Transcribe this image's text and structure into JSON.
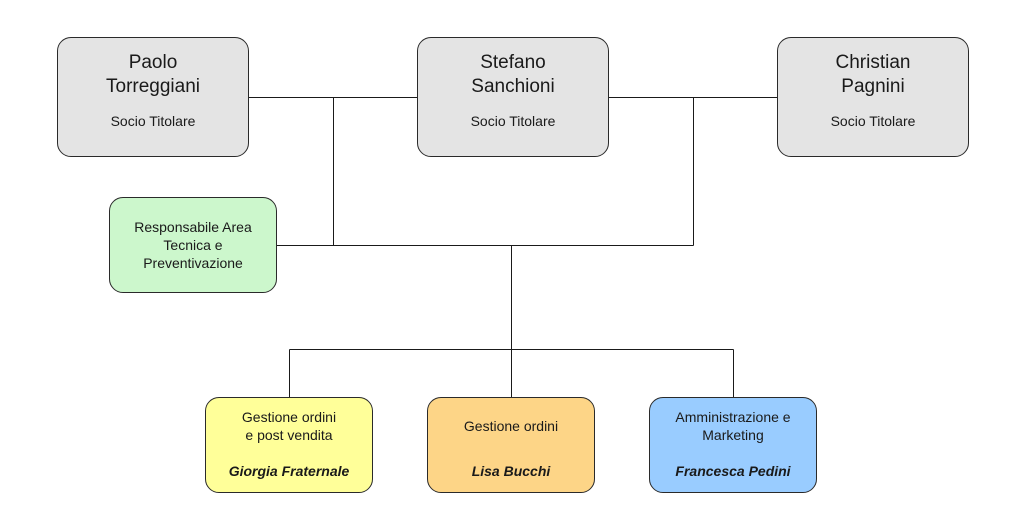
{
  "partners": [
    {
      "name_line1": "Paolo",
      "name_line2": "Torreggiani",
      "role": "Socio Titolare"
    },
    {
      "name_line1": "Stefano",
      "name_line2": "Sanchioni",
      "role": "Socio Titolare"
    },
    {
      "name_line1": "Christian",
      "name_line2": "Pagnini",
      "role": "Socio Titolare"
    }
  ],
  "technical": {
    "line1": "Responsabile Area",
    "line2": "Tecnica e",
    "line3": "Preventivazione"
  },
  "departments": [
    {
      "title_line1": "Gestione ordini",
      "title_line2": "e post vendita",
      "person": "Giorgia Fraternale"
    },
    {
      "title_line1": "Gestione ordini",
      "title_line2": "",
      "person": "Lisa Bucchi"
    },
    {
      "title_line1": "Amministrazione e",
      "title_line2": "Marketing",
      "person": "Francesca Pedini"
    }
  ],
  "colors": {
    "partner_fill": "#e4e4e4",
    "technical_fill": "#ccf7cc",
    "dept_1_fill": "#ffff99",
    "dept_2_fill": "#fdd587",
    "dept_3_fill": "#99ccff",
    "line": "#1a1a1a"
  }
}
